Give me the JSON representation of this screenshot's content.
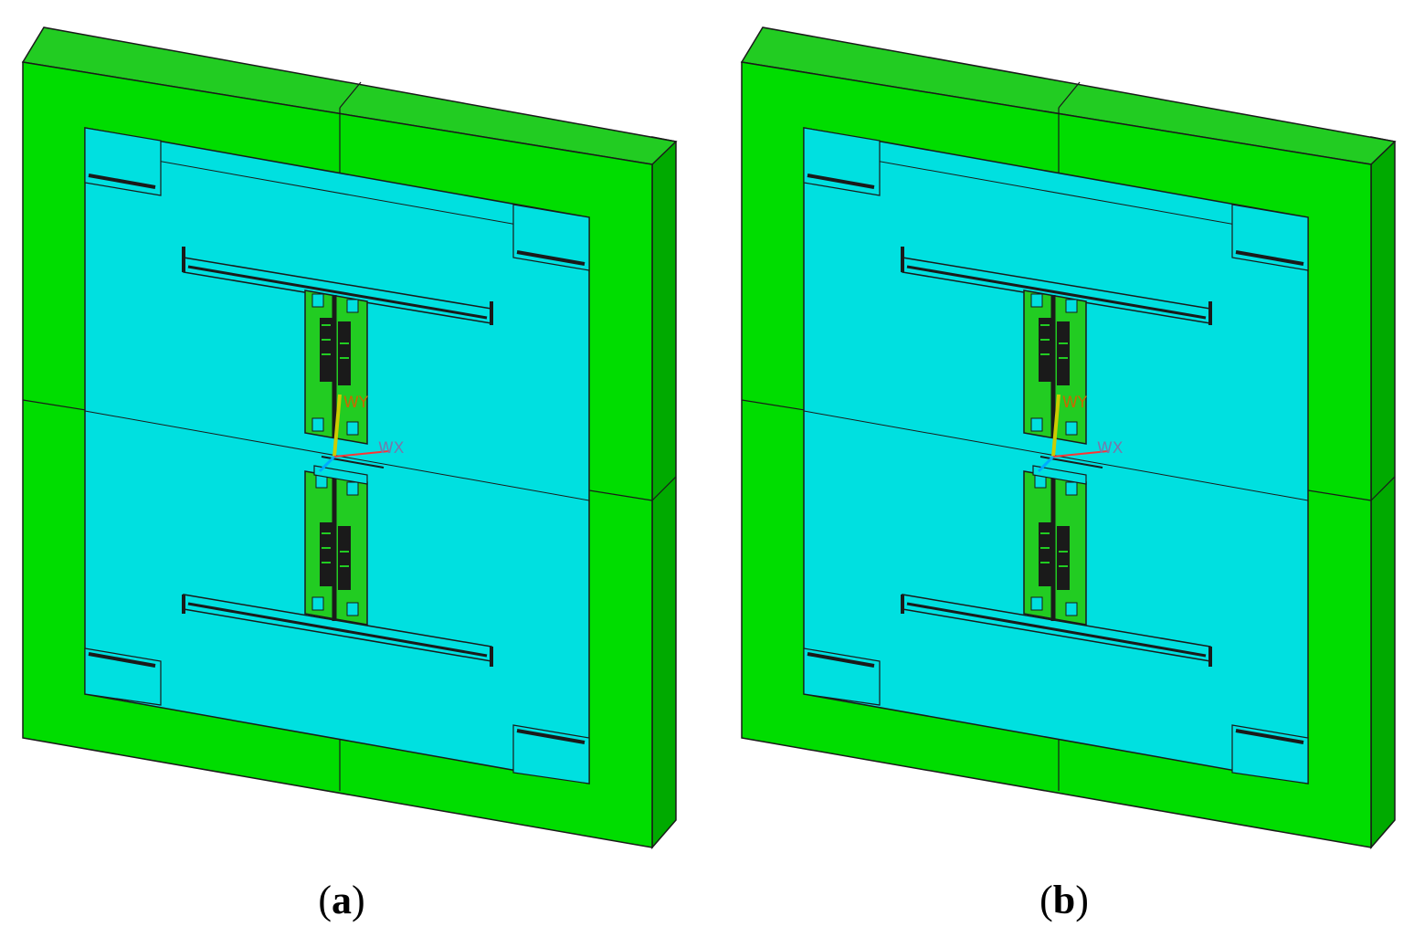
{
  "panels": [
    {
      "id": "a",
      "caption": "(a)",
      "caption_letter": "a",
      "axis_labels": {
        "y": "WY",
        "x": "WX"
      }
    },
    {
      "id": "b",
      "caption": "(b)",
      "caption_letter": "b",
      "axis_labels": {
        "y": "WY",
        "x": "WX"
      }
    }
  ],
  "colors": {
    "frame_front": "#00dd00",
    "frame_side": "#00aa00",
    "frame_top": "#22cc22",
    "cavity": "#00e0e0",
    "pcb": "#22cc22",
    "edge": "#1a1a1a",
    "axis_y": "#cccc00",
    "axis_x": "#00aaff",
    "axis_label_y": "#cc6600",
    "axis_label_x": "#7777aa"
  },
  "icons": {
    "tripod": "coordinate-triad-icon"
  }
}
